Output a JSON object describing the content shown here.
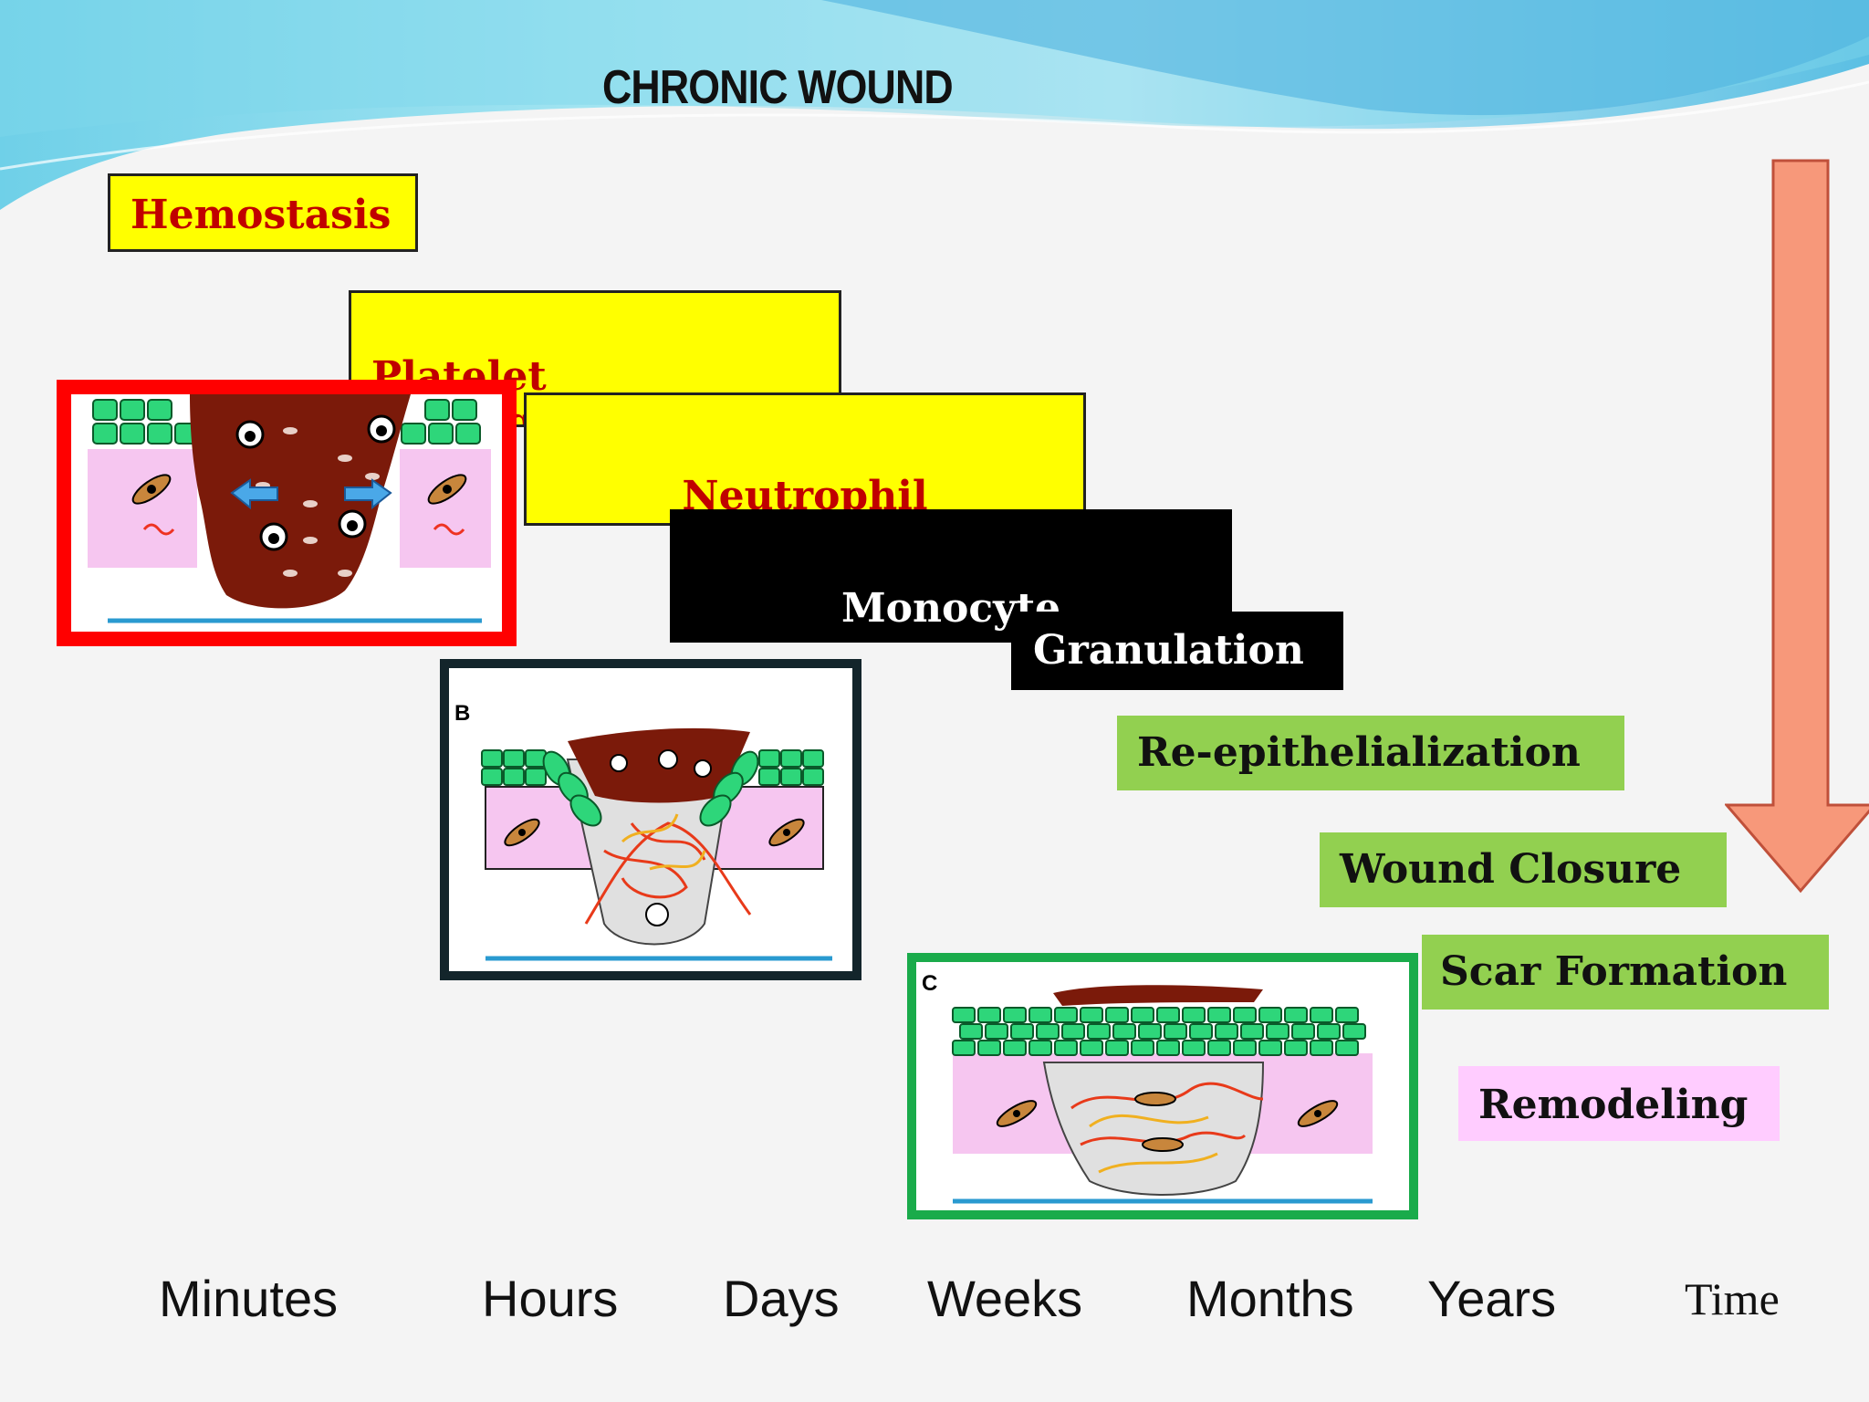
{
  "title": "CHRONIC WOUND",
  "phases": {
    "hemostasis": "Hemostasis",
    "platelet": "Platelet\nAggregation",
    "neutrophil": "Neutrophil\nImmigration",
    "monocyte": "Monocyte\nImmigration",
    "granulation": "Granulation",
    "reepi": "Re-epithelialization",
    "closure": "Wound Closure",
    "scar": "Scar Formation",
    "remodeling": "Remodeling"
  },
  "panel_labels": {
    "b": "B",
    "c": "C"
  },
  "timeline": [
    "Minutes",
    "Hours",
    "Days",
    "Weeks",
    "Months",
    "Years"
  ],
  "time_label": "Time",
  "colors": {
    "frame_a": "#ff0000",
    "frame_b": "#13252b",
    "frame_c": "#1aab4b",
    "arrow": "#f7987a",
    "clot": "#7b1a0a",
    "cells": "#2ed67a"
  }
}
